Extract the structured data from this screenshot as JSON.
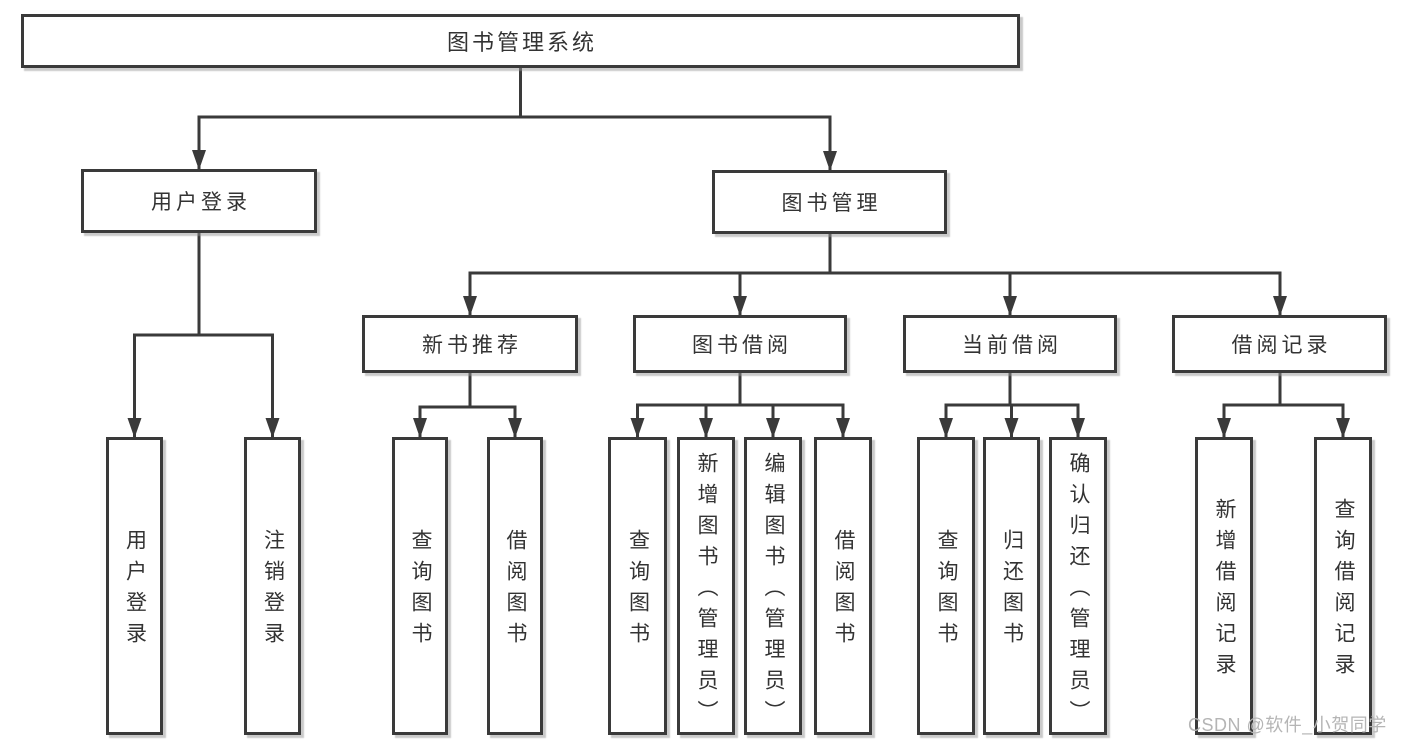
{
  "diagram_type": "tree",
  "root": {
    "label": "图书管理系统"
  },
  "branches": [
    {
      "label": "用户登录",
      "children": [
        {
          "label": "用户登录"
        },
        {
          "label": "注销登录"
        }
      ]
    },
    {
      "label": "图书管理",
      "children": [
        {
          "label": "新书推荐",
          "children": [
            {
              "label": "查询图书"
            },
            {
              "label": "借阅图书"
            }
          ]
        },
        {
          "label": "图书借阅",
          "children": [
            {
              "label": "查询图书"
            },
            {
              "label": "新增图书（管理员）"
            },
            {
              "label": "编辑图书（管理员）"
            },
            {
              "label": "借阅图书"
            }
          ]
        },
        {
          "label": "当前借阅",
          "children": [
            {
              "label": "查询图书"
            },
            {
              "label": "归还图书"
            },
            {
              "label": "确认归还（管理员）"
            }
          ]
        },
        {
          "label": "借阅记录",
          "children": [
            {
              "label": "新增借阅记录"
            },
            {
              "label": "查询借阅记录"
            }
          ]
        }
      ]
    }
  ],
  "watermark": {
    "text": "CSDN @软件_小贺同学"
  },
  "colors": {
    "line": "#3a3a3a",
    "text": "#333333",
    "box_background": "#ffffff",
    "page_background": "#ffffff",
    "watermark": "#b5b5b5"
  }
}
